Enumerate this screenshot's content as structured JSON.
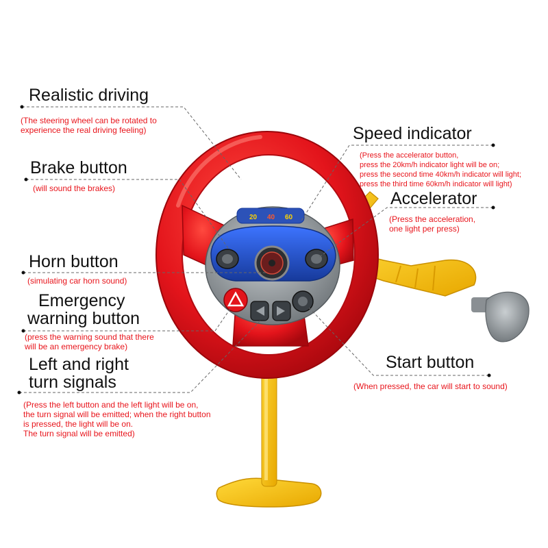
{
  "callouts": {
    "realistic": {
      "title": "Realistic driving",
      "desc": [
        "(The steering wheel can be rotated to",
        "experience the real driving feeling)"
      ]
    },
    "brake": {
      "title": "Brake button",
      "desc": [
        "(will sound the brakes)"
      ]
    },
    "horn": {
      "title": "Horn button",
      "desc": [
        "(simulating car horn sound)"
      ]
    },
    "emergency": {
      "title": [
        "Emergency",
        "warning button"
      ],
      "desc": [
        "(press the warning sound that there",
        "will be an emergency brake)"
      ]
    },
    "turn": {
      "title": [
        "Left and right",
        "turn signals"
      ],
      "desc": [
        "(Press the left button and the left light will be on,",
        " the turn signal will be emitted; when the right button",
        "is pressed, the light will be on.",
        "The turn signal will be emitted)"
      ]
    },
    "speed": {
      "title": "Speed indicator",
      "desc": [
        "(Press the accelerator button,",
        "press the 20km/h indicator light will be on;",
        " press the second time 40km/h indicator will light;",
        "press the third time 60km/h indicator will light)"
      ]
    },
    "accelerator": {
      "title": "Accelerator",
      "desc": [
        "(Press the acceleration,",
        "one light per press)"
      ]
    },
    "start": {
      "title": "Start button",
      "desc": [
        "(When pressed, the car will start to sound)"
      ]
    }
  },
  "product": {
    "dial_labels": [
      "20",
      "40",
      "60"
    ]
  },
  "colors": {
    "wheel_red": "#e3141b",
    "stand_yellow": "#f6c400",
    "hub_gray": "#8d9396",
    "face_blue": "#1f4fc4",
    "text_red": "#e8141b",
    "leader_gray": "#666666"
  }
}
